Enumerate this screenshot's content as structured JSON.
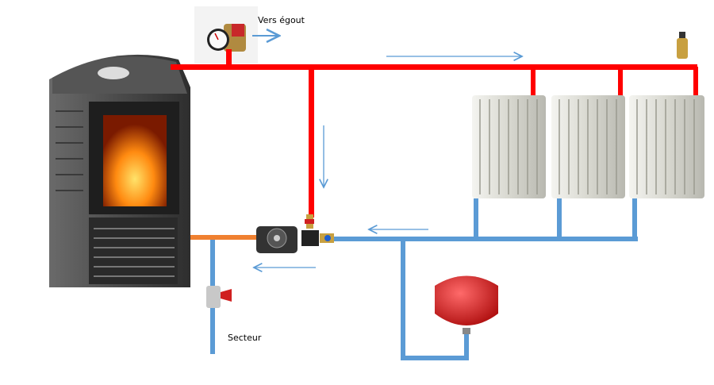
{
  "labels": {
    "drain": "Vers égout",
    "mains": "Secteur"
  },
  "colors": {
    "flow_pipe": "#ff0000",
    "return_pipe": "#5b9bd5",
    "stove_outlet_pipe": "#f08030",
    "arrow": "#5b9bd5",
    "expansion_vessel": "#d8282a"
  },
  "components": [
    "wood-stove",
    "safety-valve-group",
    "air-vent",
    "radiator",
    "radiator",
    "radiator",
    "circulator-pump",
    "expansion-vessel",
    "fill-valve"
  ]
}
